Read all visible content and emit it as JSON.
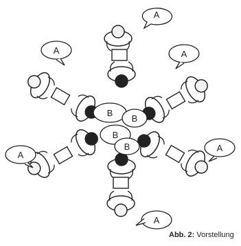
{
  "figure": {
    "outer_bubble_label": "A",
    "inner_bubble_label": "B",
    "caption_prefix": "Abb. 2:",
    "caption_text": "Vorstellung"
  },
  "colors": {
    "ink": "#222222",
    "light_head": "#f2f2f2",
    "dark_head": "#222222",
    "body_fill": "#ffffff"
  }
}
